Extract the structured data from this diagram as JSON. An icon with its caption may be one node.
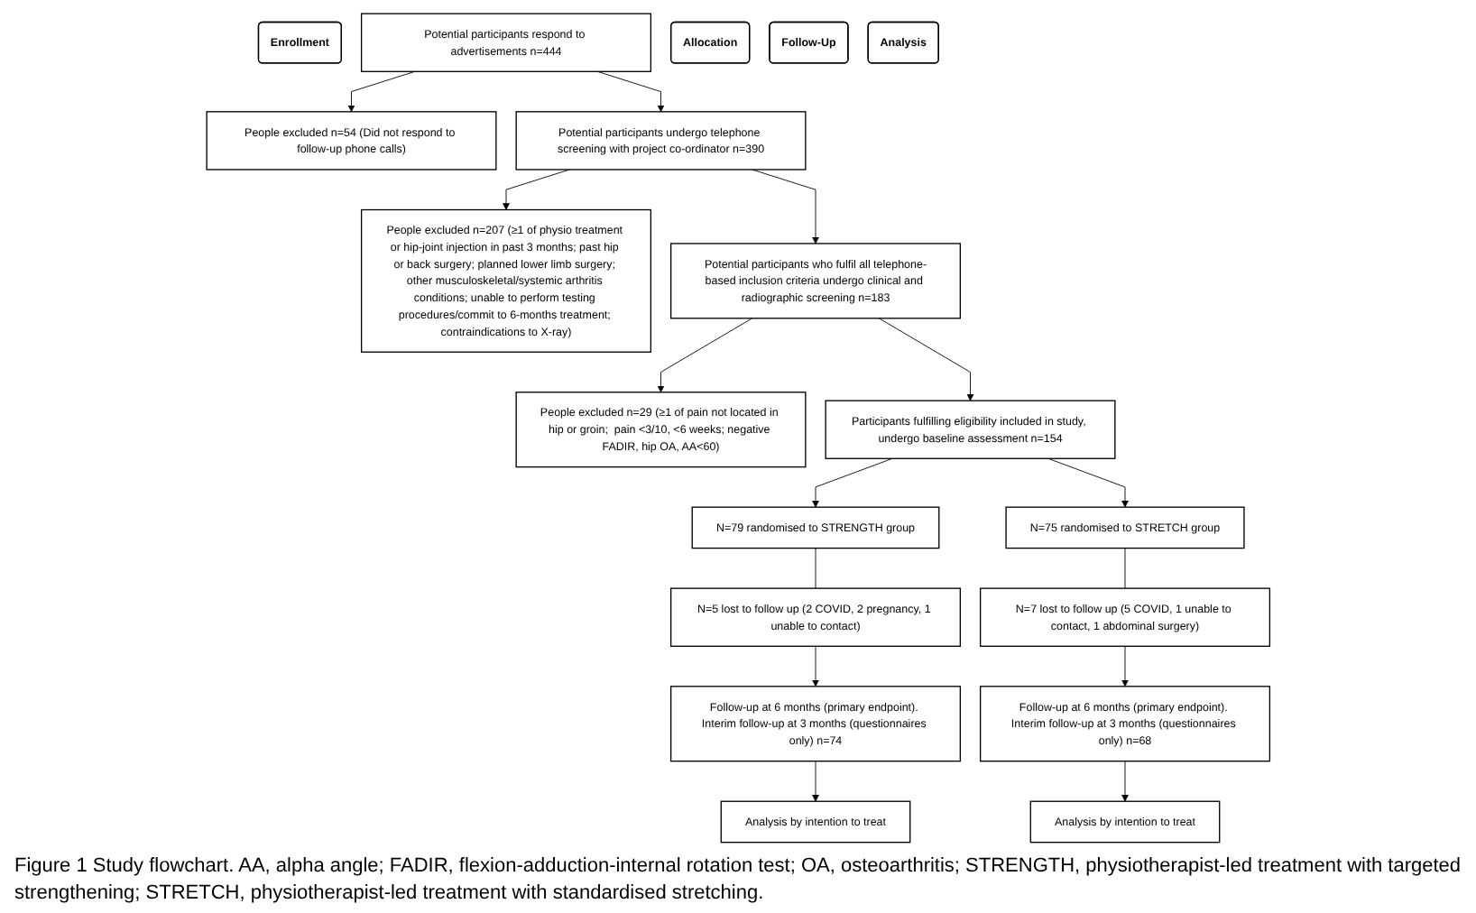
{
  "diagram": {
    "caption": "Figure 1 Study flowchart. AA, alpha angle; FADIR, flexion-adduction-internal rotation test; OA, osteoarthritis; STRENGTH, physiotherapist-led treatment with targeted strengthening; STRETCH, physiotherapist-led treatment with standardised stretching.",
    "nodes": [
      {
        "text": [
          "Enrollment"
        ]
      },
      {
        "text": [
          "Potential participants respond to advertisements n=444"
        ]
      },
      {
        "text": [
          "People excluded n=54 (Did not respond to follow-up phone calls)"
        ]
      },
      {
        "text": [
          "Potential participants undergo telephone screening with project co-ordinator n=390"
        ]
      },
      {
        "text": [
          "People excluded n=207 (≥1 of physio treatment or hip-joint injection in past 3 months; past hip or back surgery; planned lower limb surgery; other musculoskeletal/systemic arthritis conditions; unable to perform testing procedures/commit to 6-months treatment; contraindications to X-ray)"
        ]
      },
      {
        "text": [
          "Potential participants who fulfil all telephone-based inclusion criteria undergo clinical and radiographic screening n=183"
        ]
      },
      {
        "text": [
          "People excluded n=29 (≥1 of pain not located in hip or groin;  pain <3/10, <6 weeks; negative FADIR, hip OA, AA<60)"
        ]
      },
      {
        "text": [
          "Participants fulfilling eligibility included in study, undergo baseline assessment n=154"
        ]
      },
      {
        "text": [
          "Allocation"
        ]
      },
      {
        "text": [
          "N=79 randomised to STRENGTH group"
        ]
      },
      {
        "text": [
          "N=75 randomised to STRETCH group"
        ]
      },
      {
        "text": [
          "N=5 lost to follow up (2 COVID, 2 pregnancy, 1 unable to contact)"
        ]
      },
      {
        "text": [
          "N=7 lost to follow up (5 COVID, 1 unable to contact, 1 abdominal surgery)"
        ]
      },
      {
        "text": [
          "Follow-Up"
        ]
      },
      {
        "text": [
          "Follow-up at 6 months (primary endpoint). Interim follow-up at 3 months (questionnaires only) n=74"
        ]
      },
      {
        "text": [
          "Follow-up at 6 months (primary endpoint). Interim follow-up at 3 months (questionnaires only) n=68"
        ]
      },
      {
        "text": [
          "Analysis"
        ]
      },
      {
        "text": [
          "Analysis by intention to treat"
        ]
      },
      {
        "text": [
          "Analysis by intention to treat"
        ]
      }
    ],
    "edges": [
      {
        "from": 1,
        "to": 3,
        "arrow": "to"
      },
      {
        "from": 1,
        "to": 2,
        "arrow": "to"
      },
      {
        "from": 3,
        "to": 5,
        "arrow": "to"
      },
      {
        "from": 3,
        "to": 4,
        "arrow": "to"
      },
      {
        "from": 5,
        "to": 7,
        "arrow": "to"
      },
      {
        "from": 5,
        "to": 6,
        "arrow": "to"
      },
      {
        "from": 7,
        "to": 9,
        "arrow": "to"
      },
      {
        "from": 7,
        "to": 10,
        "arrow": "to"
      },
      {
        "from": 9,
        "to": 11,
        "arrow": "none"
      },
      {
        "from": 11,
        "to": 14,
        "arrow": "to"
      },
      {
        "from": 14,
        "to": 17,
        "arrow": "to"
      },
      {
        "from": 10,
        "to": 12,
        "arrow": "none"
      },
      {
        "from": 12,
        "to": 15,
        "arrow": "to"
      },
      {
        "from": 15,
        "to": 18,
        "arrow": "to"
      }
    ]
  }
}
